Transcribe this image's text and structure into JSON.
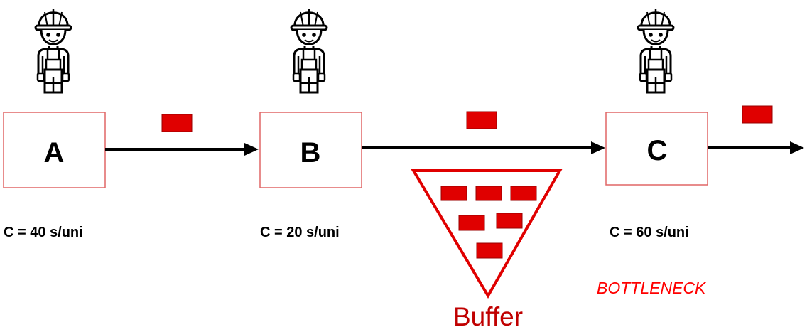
{
  "stations": [
    {
      "label": "A",
      "cycle_time": "C = 40 s/uni",
      "worker_icon": "construction-worker-icon"
    },
    {
      "label": "B",
      "cycle_time": "C = 20 s/uni",
      "worker_icon": "construction-worker-icon"
    },
    {
      "label": "C",
      "cycle_time": "C = 60 s/uni",
      "worker_icon": "construction-worker-icon"
    }
  ],
  "buffer": {
    "label": "Buffer",
    "unit_count": 6
  },
  "bottleneck_label": "BOTTLENECK",
  "colors": {
    "box_border": "#e06666",
    "unit_fill": "#e00000",
    "buffer_text": "#c00000",
    "bottleneck_text": "#ff0000",
    "arrow": "#000000"
  }
}
